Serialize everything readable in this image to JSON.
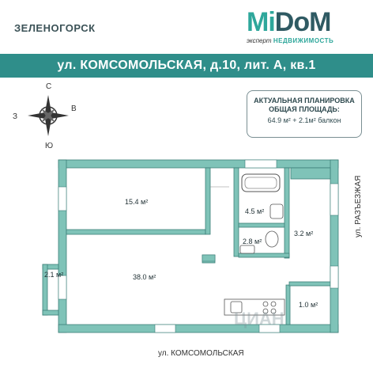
{
  "header": {
    "city": "ЗЕЛЕНОГОРСК",
    "logo": {
      "mi": "Mi",
      "dom": "DoM",
      "expert": "эксперт",
      "realty": "НЕДВИЖИМОСТЬ"
    },
    "address": "ул. КОМСОМОЛЬСКАЯ, д.10, лит. А, кв.1"
  },
  "info": {
    "line1": "АКТУАЛЬНАЯ ПЛАНИРОВКА",
    "line2": "ОБЩАЯ ПЛОЩАДЬ:",
    "line3": "64.9 м² + 2.1м² балкон"
  },
  "compass": {
    "north": "С",
    "south": "Ю",
    "east": "В",
    "west": "З"
  },
  "rooms": {
    "room1": "15.4 м²",
    "room2": "38.0 м²",
    "bath": "4.5 м²",
    "wc": "2.8 м²",
    "hall": "3.2 м²",
    "balcony": "2.1 м²",
    "storage": "1.0 м²"
  },
  "streets": {
    "bottom": "ул. КОМСОМОЛЬСКАЯ",
    "right": "ул. РАЗЪЕЗЖАЯ"
  },
  "watermark": "ЦИАН",
  "colors": {
    "wall": "#7fc3b8",
    "wall_edge": "#3d7f79",
    "banner": "#2f8e8a",
    "accent": "#2ea79b"
  }
}
